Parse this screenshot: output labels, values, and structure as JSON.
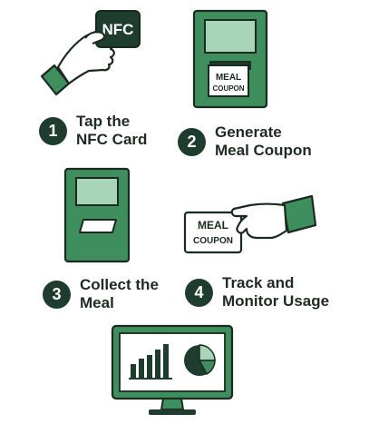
{
  "steps": [
    {
      "number": "1",
      "label": "Tap the\nNFC Card"
    },
    {
      "number": "2",
      "label": "Generate\nMeal Coupon"
    },
    {
      "number": "3",
      "label": "Collect the\nMeal"
    },
    {
      "number": "4",
      "label": "Track and\nMonitor Usage"
    }
  ],
  "nfc_card_text": "NFC",
  "coupon_text": [
    "MEAL",
    "COUPON"
  ],
  "colors": {
    "dark_green": "#1f3d2e",
    "green": "#3f8f5e",
    "light_green": "#a8d5b8",
    "outline": "#1b2a21"
  }
}
